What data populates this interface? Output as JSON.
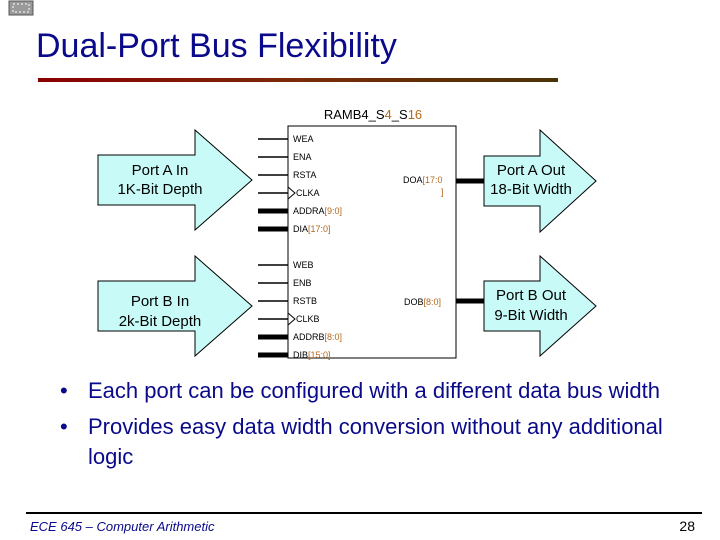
{
  "title": "Dual-Port Bus Flexibility",
  "block": {
    "name_parts": [
      "RAMB4_S",
      "4",
      "_S",
      "16"
    ],
    "left_pins": [
      {
        "name": "WEA",
        "range": ""
      },
      {
        "name": "ENA",
        "range": ""
      },
      {
        "name": "RSTA",
        "range": ""
      },
      {
        "name": "CLKA",
        "range": ""
      },
      {
        "name": "ADDRA",
        "range": "[9:0]"
      },
      {
        "name": "DIA",
        "range": "[17:0]"
      },
      {
        "name": "WEB",
        "range": ""
      },
      {
        "name": "ENB",
        "range": ""
      },
      {
        "name": "RSTB",
        "range": ""
      },
      {
        "name": "CLKB",
        "range": ""
      },
      {
        "name": "ADDRB",
        "range": "[8:0]"
      },
      {
        "name": "DIB",
        "range": "[15:0]"
      }
    ],
    "right_pins": [
      {
        "name": "DOA",
        "range_line1": "[17:0",
        "range_line2": "]"
      },
      {
        "name": "DOB",
        "range_line1": "[8:0]",
        "range_line2": ""
      }
    ]
  },
  "arrows": {
    "port_a_in": [
      "Port A In",
      "1K-Bit Depth"
    ],
    "port_b_in": [
      "Port B In",
      "2k-Bit Depth"
    ],
    "port_a_out": [
      "Port A Out",
      "18-Bit Width"
    ],
    "port_b_out": [
      "Port B Out",
      "9-Bit Width"
    ]
  },
  "colors": {
    "title": "#0a0a8a",
    "accent": "#b2691e",
    "arrow_fill": "#c8fbf7",
    "rule_start": "#8b0000",
    "rule_end": "#4a3308"
  },
  "bullets": [
    "Each port can be configured with a different data bus width",
    "Provides easy data width conversion without any additional logic"
  ],
  "bullet_symbol": "•",
  "footer": {
    "course": "ECE 645 – Computer Arithmetic",
    "page_number": "28"
  }
}
